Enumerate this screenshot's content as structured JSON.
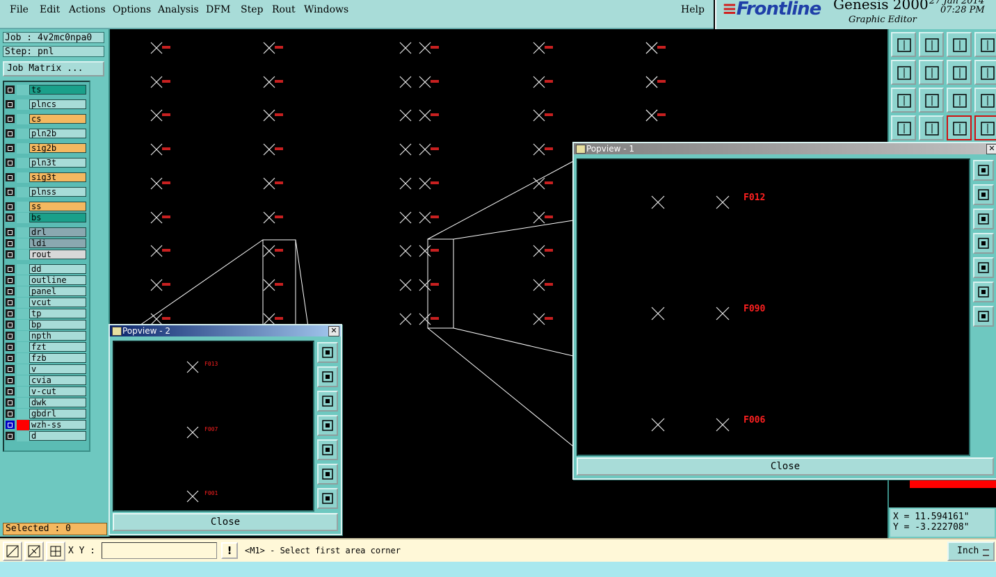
{
  "menu": {
    "items": [
      "File",
      "Edit",
      "Actions",
      "Options",
      "Analysis",
      "DFM",
      "Step",
      "Rout",
      "Windows"
    ],
    "help": "Help"
  },
  "brand": {
    "logo": "Frontline",
    "product": "Genesis 2000",
    "subtitle": "Graphic Editor",
    "date": "27 Jan 2014",
    "time": "07:28 PM"
  },
  "job": {
    "job_label": "Job : 4v2mc0npa0",
    "step_label": "Step: pnl",
    "matrix_button": "Job Matrix ..."
  },
  "layers": [
    {
      "name": "ts",
      "color": "#1aa08a"
    },
    {
      "name": "plncs",
      "color": "#a8dcd8"
    },
    {
      "name": "cs",
      "color": "#f4b860"
    },
    {
      "name": "pln2b",
      "color": "#a8dcd8"
    },
    {
      "name": "sig2b",
      "color": "#f4b860"
    },
    {
      "name": "pln3t",
      "color": "#a8dcd8"
    },
    {
      "name": "sig3t",
      "color": "#f4b860"
    },
    {
      "name": "plnss",
      "color": "#a8dcd8"
    },
    {
      "name": "ss",
      "color": "#f4b860"
    },
    {
      "name": "bs",
      "color": "#1aa08a"
    },
    {
      "name": "drl",
      "color": "#8aa8b0"
    },
    {
      "name": "ldi",
      "color": "#8aa8b0"
    },
    {
      "name": "rout",
      "color": "#d8d8d8"
    },
    {
      "name": "dd",
      "color": "#a8dcd8"
    },
    {
      "name": "outline",
      "color": "#a8dcd8"
    },
    {
      "name": "panel",
      "color": "#a8dcd8"
    },
    {
      "name": "vcut",
      "color": "#a8dcd8"
    },
    {
      "name": "tp",
      "color": "#a8dcd8"
    },
    {
      "name": "bp",
      "color": "#a8dcd8"
    },
    {
      "name": "npth",
      "color": "#a8dcd8"
    },
    {
      "name": "fzt",
      "color": "#a8dcd8"
    },
    {
      "name": "fzb",
      "color": "#a8dcd8"
    },
    {
      "name": "v",
      "color": "#a8dcd8"
    },
    {
      "name": "cvia",
      "color": "#a8dcd8"
    },
    {
      "name": "v-cut",
      "color": "#a8dcd8"
    },
    {
      "name": "dwk",
      "color": "#a8dcd8"
    },
    {
      "name": "gbdrl",
      "color": "#a8dcd8"
    },
    {
      "name": "wzh-ss",
      "color": "#a8dcd8",
      "active": true
    },
    {
      "name": "d",
      "color": "#a8dcd8"
    }
  ],
  "selected": "Selected : 0",
  "popview1": {
    "title": "Popview - 1",
    "labels": [
      "F012",
      "F090",
      "F006"
    ],
    "close": "Close"
  },
  "popview2": {
    "title": "Popview - 2",
    "labels": [
      "F013",
      "F007",
      "F001"
    ],
    "close": "Close"
  },
  "coords": {
    "x": "X = 11.594161\"",
    "y": "Y = -3.222708\""
  },
  "bottom": {
    "xy_label": "X Y :",
    "xy_value": "",
    "status": "<M1> - Select first area corner",
    "units": "Inch"
  },
  "colors": {
    "panel": "#6ec8c0",
    "light": "#a8dcd8",
    "label_red": "#ff2020",
    "canvas": "#000000"
  }
}
